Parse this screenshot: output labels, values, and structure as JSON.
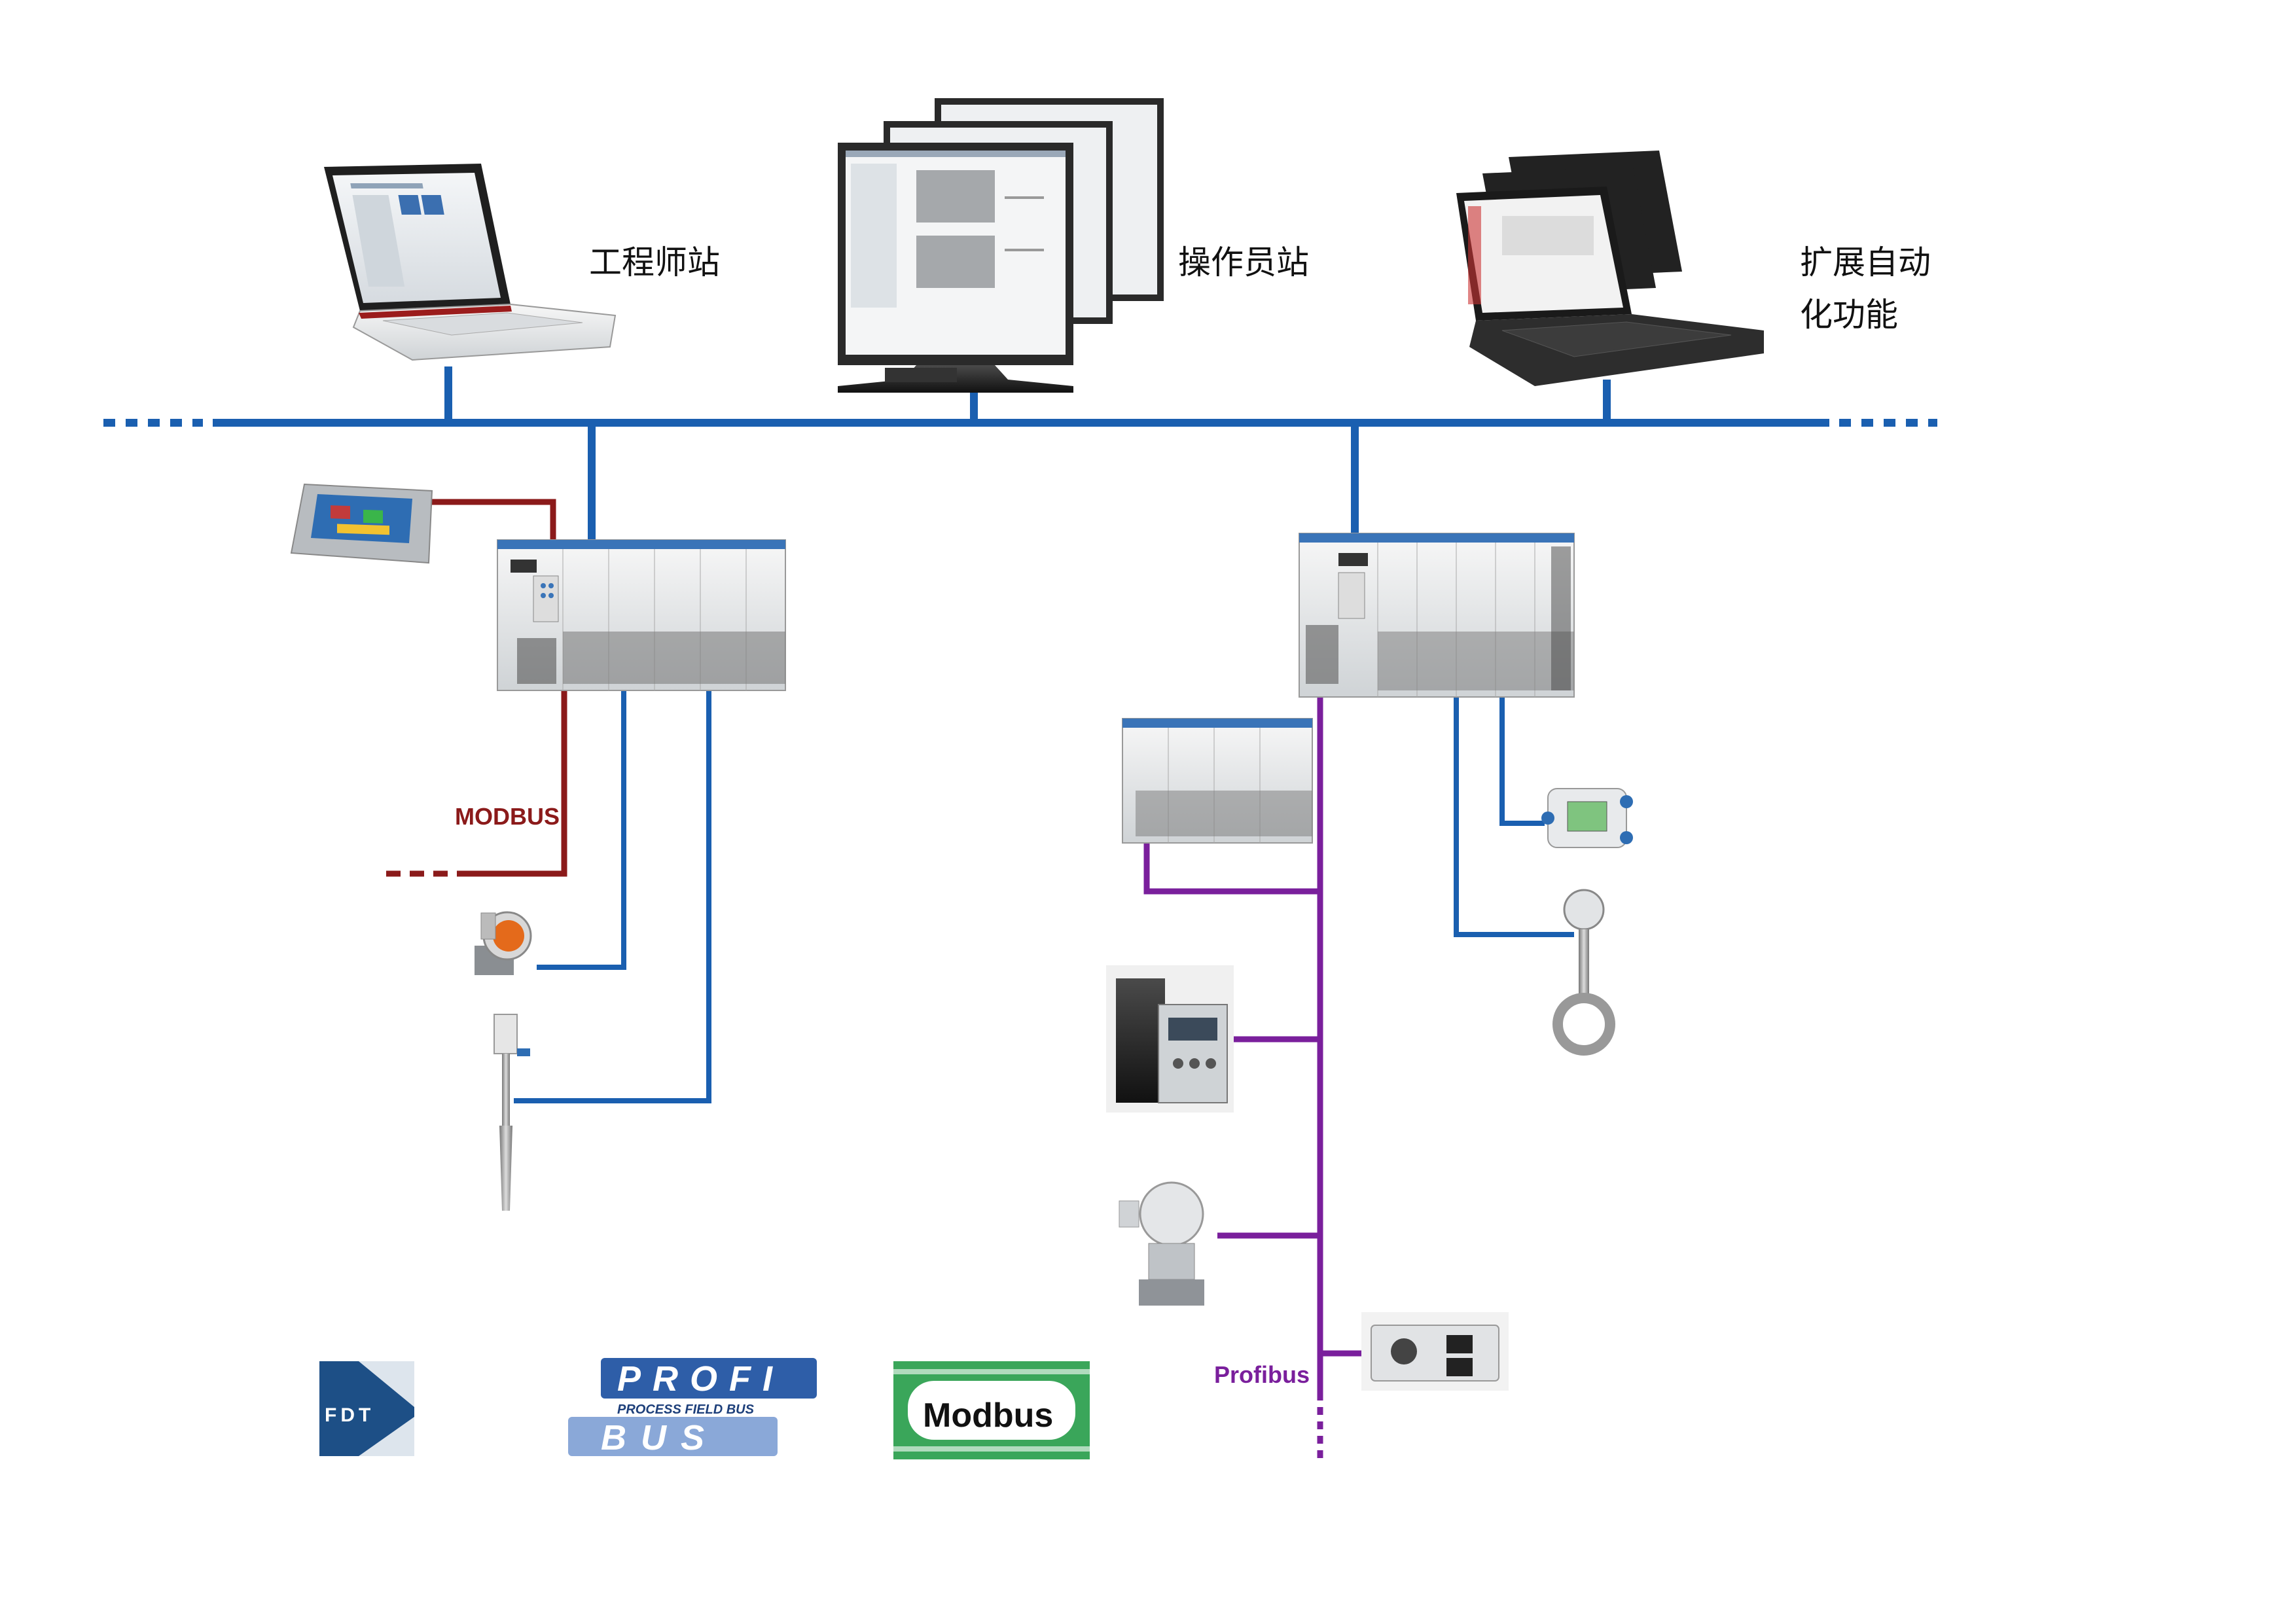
{
  "labels": {
    "engineer_station": "工程师站",
    "operator_station": "操作员站",
    "extended_line1": "扩展自动",
    "extended_line2": "化功能",
    "modbus_bus": "MODBUS",
    "profibus_bus": "Profibus"
  },
  "logos": {
    "fdt": "FDT",
    "profibus_top": "PROFI",
    "profibus_mid": "PROCESS FIELD BUS",
    "profibus_bottom": "BUS",
    "modbus": "Modbus"
  },
  "colors": {
    "ethernet": "#1a5fb0",
    "modbus": "#8b1a1a",
    "profibus": "#7a1f9c",
    "device_light": "#e9ecef",
    "device_dark": "#2b2b2b"
  },
  "icons": [
    "laptop-icon",
    "monitor-stack-icon",
    "laptop-stack-icon",
    "hmi-panel-icon",
    "io-rack-icon",
    "pressure-transmitter-icon",
    "level-probe-icon",
    "remote-io-icon",
    "drive-module-icon",
    "diff-pressure-icon",
    "positioner-icon",
    "flow-transmitter-icon",
    "vortex-flowmeter-icon"
  ]
}
